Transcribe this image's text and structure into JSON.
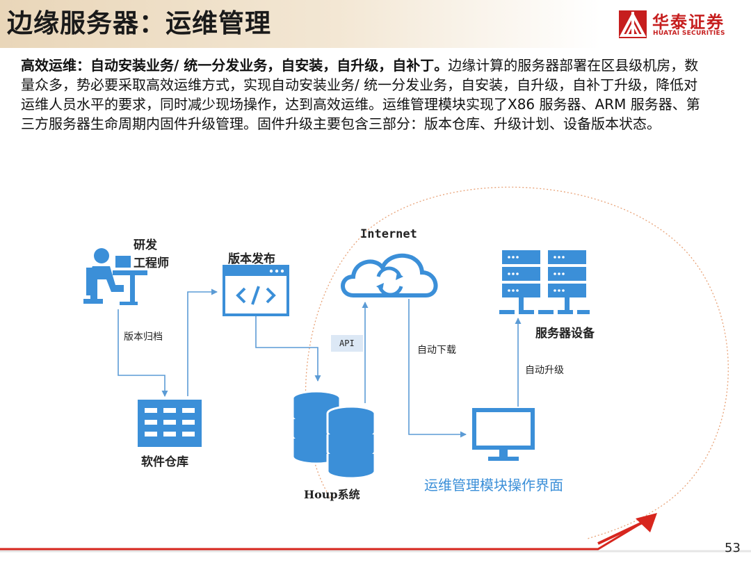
{
  "header": {
    "title": "边缘服务器：运维管理",
    "brand_cn": "华泰证券",
    "brand_en": "HUATAI SECURITIES",
    "brand_color": "#c61e1e"
  },
  "body": {
    "lead": "高效运维：自动安装业务/ 统一分发业务，自安装，自升级，自补丁。",
    "text": "边缘计算的服务器部署在区县级机房，数量众多，势必要采取高效运维方式，实现自动安装业务/ 统一分发业务，自安装，自升级，自补丁升级，降低对运维人员水平的要求，同时减少现场操作，达到高效运维。运维管理模块实现了X86 服务器、ARM 服务器、第三方服务器生命周期内固件升级管理。固件升级主要包含三部分：版本仓库、升级计划、设备版本状态。"
  },
  "diagram": {
    "accent_color": "#3b8fd8",
    "nodes": {
      "engineer_line1": "研发",
      "engineer_line2": "工程师",
      "release": "版本发布",
      "repository": "软件仓库",
      "houp": "Houp系统",
      "internet": "Internet",
      "servers": "服务器设备",
      "ops_ui": "运维管理模块操作界面"
    },
    "edges": {
      "archive": "版本归档",
      "api": "API",
      "auto_download": "自动下载",
      "auto_upgrade": "自动升级"
    }
  },
  "footer": {
    "page_number": "53"
  }
}
